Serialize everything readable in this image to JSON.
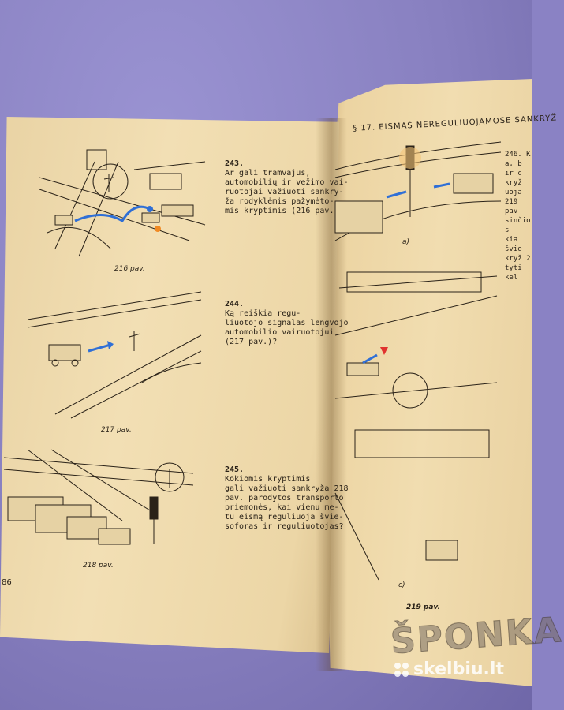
{
  "left_page": {
    "questions": [
      {
        "number": "243.",
        "text": "Ar gali tramvajus,\nautomobilių ir vežimo vai-\nruotojai važiuoti sankry-\nža rodyklėmis pažymėto-\nmis kryptimis (216 pav.)?"
      },
      {
        "number": "244.",
        "text": "Ką reiškia regu-\nliuotojo signalas lengvojo\nautomobilio vairuotojui\n(217 pav.)?"
      },
      {
        "number": "245.",
        "text": "Kokiomis kryptimis\ngali važiuoti sankryža 218\npav. parodytos transporto\npriemonės, kai vienu me-\ntu eismą reguliuoja švie-\nsoforas ir reguliuotojas?"
      }
    ],
    "captions": [
      "216 pav.",
      "217 pav.",
      "218 pav."
    ],
    "page_number": "86"
  },
  "right_page": {
    "header": "§ 17. EISMAS NEREGULIUOJAMOSE SANKRYŽ",
    "side_text": "246. K\na, b ir c\nkryž\nuoja\n219 pav\nsinčio s\nkia švie\nkryž 2\ntyti kel",
    "sub_labels": [
      "a)",
      "c)"
    ],
    "caption": "219 pav."
  },
  "stamp_text": "ŠPONKA",
  "watermark_text": "skelbiu.lt",
  "colors": {
    "background": "#8a82c4",
    "paper": "#f0dcae",
    "ink": "#2a2218",
    "arrow_blue": "#2f6fd6",
    "arrow_orange": "#f08a24"
  }
}
